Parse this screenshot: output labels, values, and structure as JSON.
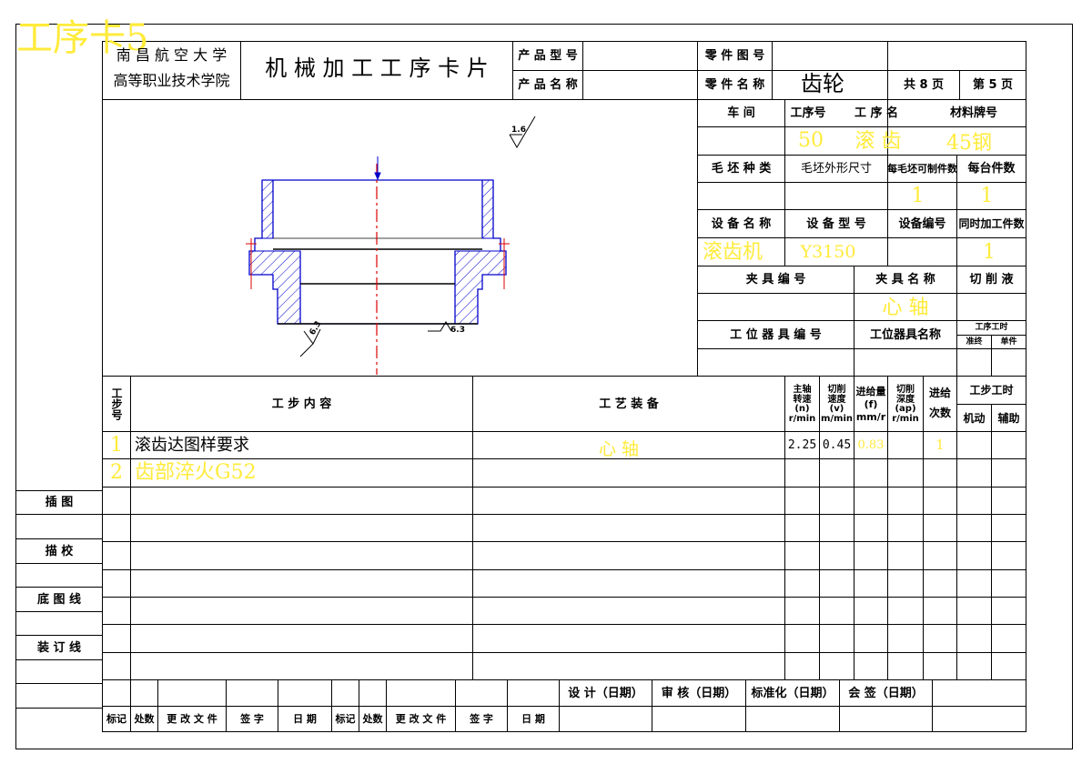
{
  "watermark": "工序卡5",
  "header": {
    "school_line1": "南 昌 航 空 大 学",
    "school_line2": "高等职业技术学院",
    "title": "机 械 加 工 工 序 卡 片",
    "product_model_label": "产 品 型 号",
    "product_name_label": "产 品 名 称",
    "part_drawing_no_label": "零 件 图 号",
    "part_name_label": "零 件 名 称",
    "part_name_value": "齿轮",
    "total_pages_label": "共  8  页",
    "page_label": "第  5  页"
  },
  "info": {
    "workshop_label": "车    间",
    "process_no_label": "工序号",
    "process_name_label": "工 序 名",
    "material_label": "材料牌号",
    "process_no_value": "50",
    "process_name_value": "滚 齿",
    "material_value": "45钢",
    "blank_type_label": "毛 坯 种 类",
    "blank_size_label": "毛坯外形尺寸",
    "parts_per_blank_label": "每毛坯可制件数",
    "parts_per_unit_label": "每台件数",
    "parts_per_blank_value": "1",
    "parts_per_unit_value": "1",
    "equipment_name_label": "设 备 名 称",
    "equipment_model_label": "设 备 型 号",
    "equipment_no_label": "设备编号",
    "simultaneous_label": "同时加工件数",
    "equipment_name_value": "滚齿机",
    "equipment_model_value": "Y3150",
    "simultaneous_value": "1",
    "fixture_no_label": "夹 具 编 号",
    "fixture_name_label": "夹 具 名 称",
    "coolant_label": "切 削 液",
    "fixture_name_value": "心 轴",
    "station_tool_no_label": "工 位 器 具 编 号",
    "station_tool_name_label": "工位器具名称",
    "process_time_label": "工序工时",
    "prep_end_label": "准终",
    "unit_time_label": "单件"
  },
  "drawing": {
    "roughness_top": "1.6",
    "roughness_left": "6.3",
    "roughness_bottom": "6.3"
  },
  "steps_header": {
    "step_no": "工步号",
    "content": "工     步     内     容",
    "equipment": "工     艺     装     备",
    "spindle_speed": [
      "主轴",
      "转速",
      "(n)",
      "r/min"
    ],
    "cutting_speed": [
      "切削",
      "速度",
      "(v)",
      "m/min"
    ],
    "feed": [
      "进给量",
      "(f)",
      "mm/r"
    ],
    "cut_depth": [
      "切削",
      "深度",
      "(ap)",
      "r/min"
    ],
    "passes": [
      "进给",
      "次数"
    ],
    "step_time": "工步工时",
    "machine_time": "机动",
    "aux_time": "辅助"
  },
  "steps": [
    {
      "no": "1",
      "content": "滚齿达图样要求",
      "equipment": "心 轴",
      "speed": "2.25",
      "cut_speed": "0.45",
      "feed": "0.83",
      "passes": "1"
    },
    {
      "no": "2",
      "content": "齿部淬火G52",
      "equipment": "",
      "speed": "",
      "cut_speed": "",
      "feed": "",
      "passes": ""
    }
  ],
  "side_labels": {
    "illustration": "插    图",
    "trace": "描    校",
    "base_drawing": "底 图 线",
    "binding": "装 订 线"
  },
  "footer": {
    "design": "设  计（日期）",
    "review": "审  核（日期）",
    "standard": "标准化（日期）",
    "countersign": "会  签（日期）",
    "mark": "标记",
    "count": "处数",
    "change_doc": "更 改 文 件",
    "sign": "签  字",
    "date": "日  期"
  }
}
